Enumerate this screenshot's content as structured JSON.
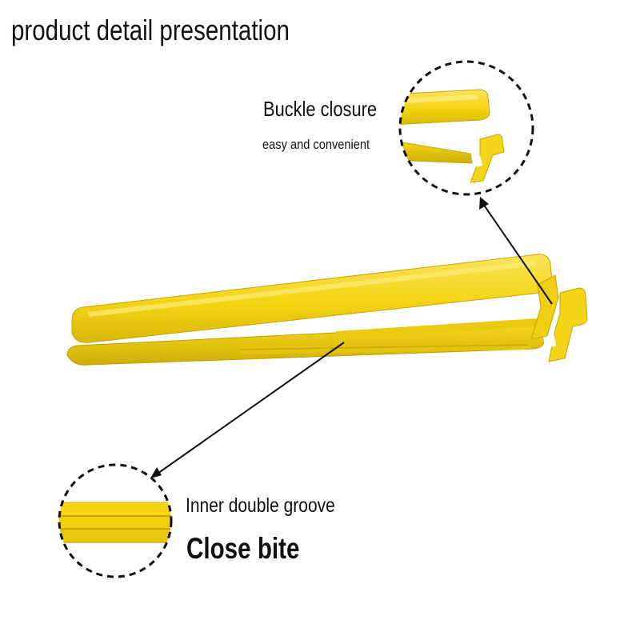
{
  "page": {
    "title": "product detail presentation"
  },
  "callouts": {
    "buckle": {
      "heading": "Buckle closure",
      "subheading": "easy and convenient"
    },
    "groove": {
      "heading": "Inner double groove",
      "subheading": "Close bite"
    }
  },
  "colors": {
    "product_yellow": "#F2D20F",
    "product_shadow": "#C9AB08",
    "product_highlight": "#FBE65E",
    "outline_black": "#111111"
  }
}
